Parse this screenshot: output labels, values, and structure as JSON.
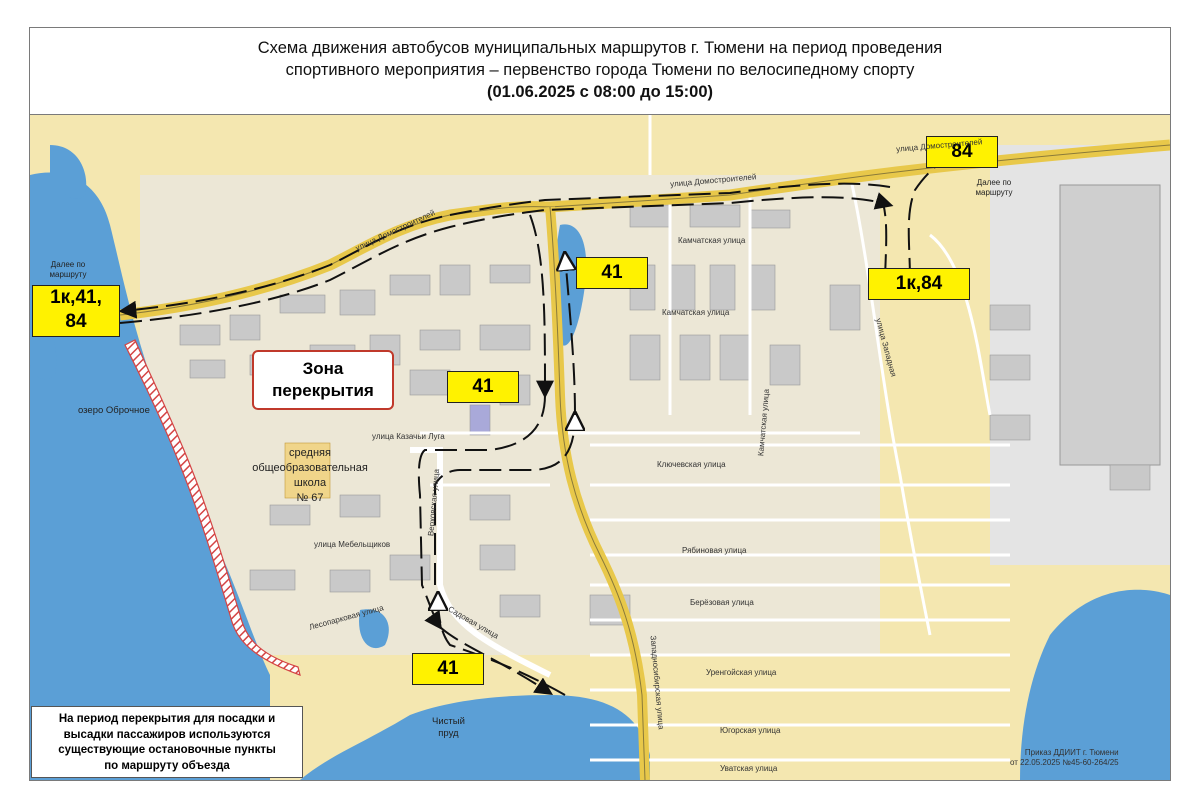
{
  "title": {
    "line1": "Схема движения автобусов муниципальных маршрутов г. Тюмени на период проведения",
    "line2": "спортивного мероприятия – первенство города Тюмени по велосипедному спорту",
    "line3": "(01.06.2025 с 08:00 до 15:00)"
  },
  "route_labels": {
    "west": "1к,41,",
    "west2": "84",
    "north_east": "84",
    "east": "1к,84",
    "center_north": "41",
    "center": "41",
    "south": "41"
  },
  "zone_label": {
    "line1": "Зона",
    "line2": "перекрытия"
  },
  "note": {
    "line1": "На период перекрытия для посадки и",
    "line2": "высадки пассажиров используются",
    "line3": "существующие остановочные пункты",
    "line4": "по маршруту объезда"
  },
  "further_route": {
    "west_line1": "Далее по",
    "west_line2": "маршруту",
    "east_line1": "Далее по",
    "east_line2": "маршруту"
  },
  "school": {
    "line1": "средняя",
    "line2": "общеобразовательная",
    "line3": "школа",
    "line4": "№ 67"
  },
  "streets": {
    "domostroiteley_1": "улица Домостроителей",
    "domostroiteley_2": "улица Домостроителей",
    "domostroiteley_3": "улица Домостроителей",
    "kamchatskaya_1": "Камчатская улица",
    "kamchatskaya_2": "Камчатская улица",
    "kazachi_luga": "улица Казачьи Луга",
    "klyuchevskaya": "Ключевская улица",
    "ryabinovaya": "Рябиновая улица",
    "berezovaya": "Берёзовая улица",
    "urengoiskaya": "Уренгойская улица",
    "yugorskaya": "Югорская улица",
    "uvatskaya": "Уватская улица",
    "mebeltsikov": "улица Мебельщиков",
    "lesoparkovaya": "Лесопарковая улица",
    "verkhovskaya": "Верховская улица",
    "sadovaya": "Садовая улица",
    "zapadnosibirskaya": "Западносибирская улица",
    "kamchatskaya_v": "Камчатская улица",
    "zapadnaya": "улица Западная"
  },
  "lakes": {
    "obrochnoe": "озеро Оброчное",
    "chistyi_1": "Чистый",
    "chistyi_2": "пруд"
  },
  "order": {
    "line1": "Приказ ДДИИТ г. Тюмени",
    "line2": "от 22.05.2025 №45-60-264/25"
  },
  "colors": {
    "route_line": "#111111",
    "label_fill": "#fff200",
    "zone_hatch": "#d44444",
    "water": "#5b9fd6",
    "main_road": "#e8c84a"
  }
}
